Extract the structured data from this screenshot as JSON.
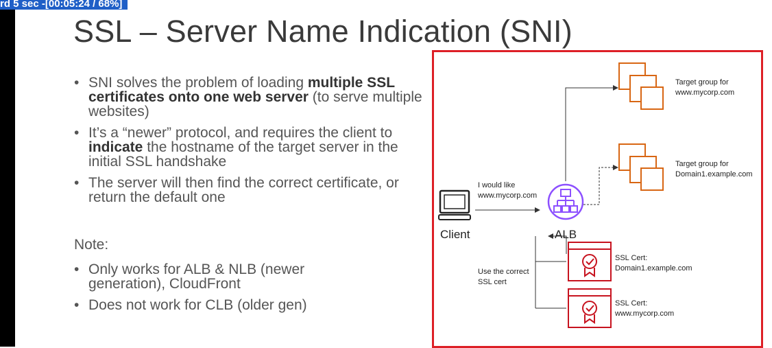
{
  "overlay_text": "rd 5 sec -[00:05:24 / 68%]",
  "title": "SSL – Server Name Indication (SNI)",
  "bullets": {
    "b1_a": "SNI solves the problem of loading ",
    "b1_b": "multiple SSL certificates onto one web server",
    "b1_c": " (to serve multiple websites)",
    "b2_a": "It’s a “newer” protocol, and requires the client to ",
    "b2_b": "indicate",
    "b2_c": " the hostname of the target server in the initial SSL handshake",
    "b3": "The server will then find the correct certificate, or return the default one"
  },
  "note_label": "Note:",
  "notes": [
    "Only works for ALB & NLB (newer generation), CloudFront",
    "Does not work for CLB (older gen)"
  ],
  "diagram": {
    "target_group_1": [
      "Target group for",
      "www.mycorp.com"
    ],
    "target_group_2": [
      "Target group for",
      "Domain1.example.com"
    ],
    "request": [
      "I would like",
      "www.mycorp.com"
    ],
    "client_label": "Client",
    "alb_label": "ALB",
    "use_cert": [
      "Use the correct",
      "SSL cert"
    ],
    "cert_1": [
      "SSL Cert:",
      "Domain1.example.com"
    ],
    "cert_2": [
      "SSL Cert:",
      "www.mycorp.com"
    ],
    "colors": {
      "frame": "#dd1f26",
      "ec2": "#d86613",
      "alb": "#8c4fff",
      "cert": "#c7131f"
    }
  }
}
